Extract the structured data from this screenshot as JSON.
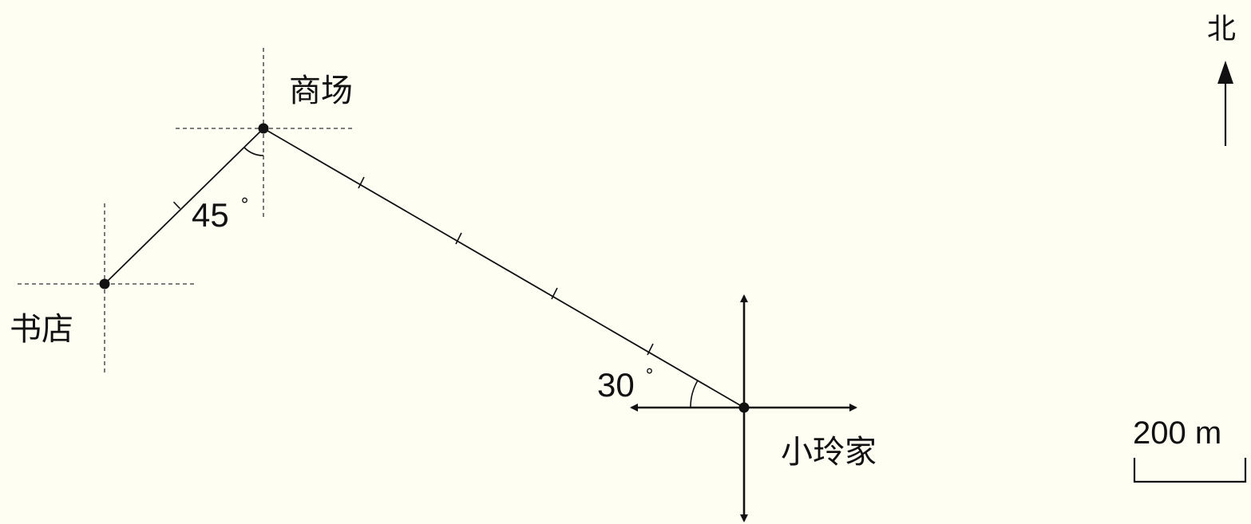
{
  "places": {
    "mall": "商场",
    "bookstore": "书店",
    "home": "小玲家"
  },
  "angles": {
    "mall_to_bookstore": "45",
    "home_to_mall": "30",
    "degree_symbol": "°"
  },
  "compass": {
    "north_label": "北"
  },
  "scale": {
    "label": "200 m"
  }
}
